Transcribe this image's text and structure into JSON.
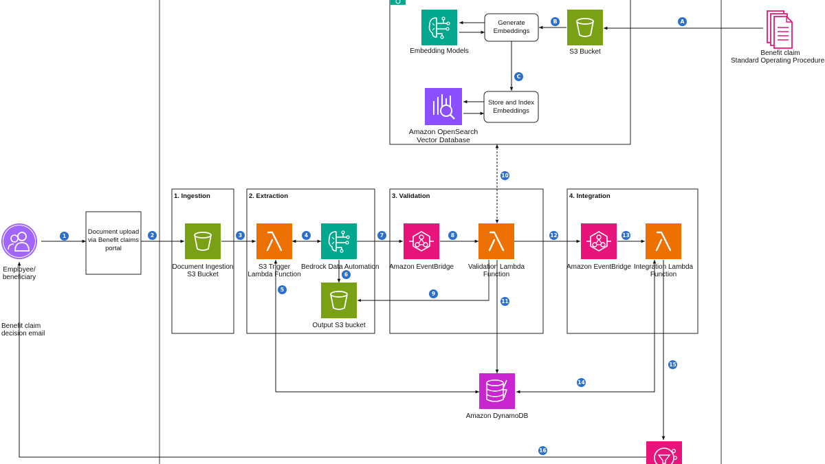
{
  "top_group": {
    "embedding_models": "Embedding Models",
    "generate_embeddings": "Generate Embeddings",
    "s3_bucket": "S3 Bucket",
    "store_index": "Store and Index Embeddings",
    "opensearch_line1": "Amazon OpenSearch",
    "opensearch_line2": "Vector Database"
  },
  "sop": {
    "line1": "Benefit claim",
    "line2": "Standard Operating Procedures"
  },
  "employee": {
    "line1": "Employee/",
    "line2": "beneficiary"
  },
  "decision_email": {
    "line1": "Benefit claim",
    "line2": "decision email"
  },
  "upload": {
    "text": "Document upload via Benefit claims portal"
  },
  "stages": {
    "ingestion": {
      "title": "1. Ingestion",
      "bucket_line1": "Document Ingestion",
      "bucket_line2": "S3 Bucket"
    },
    "extraction": {
      "title": "2. Extraction",
      "lambda_line1": "S3 Trigger",
      "lambda_line2": "Lambda Function",
      "bda": "Bedrock Data Automation",
      "output_bucket": "Output S3 bucket"
    },
    "validation": {
      "title": "3. Validation",
      "eventbridge": "Amazon EventBridge",
      "lambda_line1": "Validation Lambda",
      "lambda_line2": "Function"
    },
    "integration": {
      "title": "4. Integration",
      "eventbridge": "Amazon EventBridge",
      "lambda_line1": "Integration Lambda",
      "lambda_line2": "Function"
    }
  },
  "dynamodb": "Amazon DynamoDB",
  "badges": {
    "a": "A",
    "b": "B",
    "c": "C",
    "n1": "1",
    "n2": "2",
    "n3": "3",
    "n4": "4",
    "n5": "5",
    "n6": "6",
    "n7": "7",
    "n8": "8",
    "n9": "9",
    "n10": "10",
    "n11": "11",
    "n12": "12",
    "n13": "13",
    "n14": "14",
    "n15": "15",
    "n16": "16"
  },
  "colors": {
    "s3_green": "#7aa116",
    "lambda_orange": "#ed7100",
    "ml_teal": "#01a88d",
    "eventbridge_pink": "#e7157b",
    "dynamodb_magenta": "#c925d1",
    "opensearch_purple": "#8c4fff",
    "badge_blue": "#2d6fcd",
    "employee_purple": "#a166ff",
    "sop_pink": "#e7157b"
  },
  "icons": {
    "embedding_models": "brain-circuit-icon",
    "s3": "bucket-icon",
    "lambda": "lambda-icon",
    "bda": "brain-circuit-icon",
    "eventbridge": "eventbridge-icon",
    "dynamodb": "dynamodb-icon",
    "opensearch": "opensearch-icon",
    "sop": "documents-icon",
    "employee": "users-icon",
    "sns": "sns-icon"
  }
}
